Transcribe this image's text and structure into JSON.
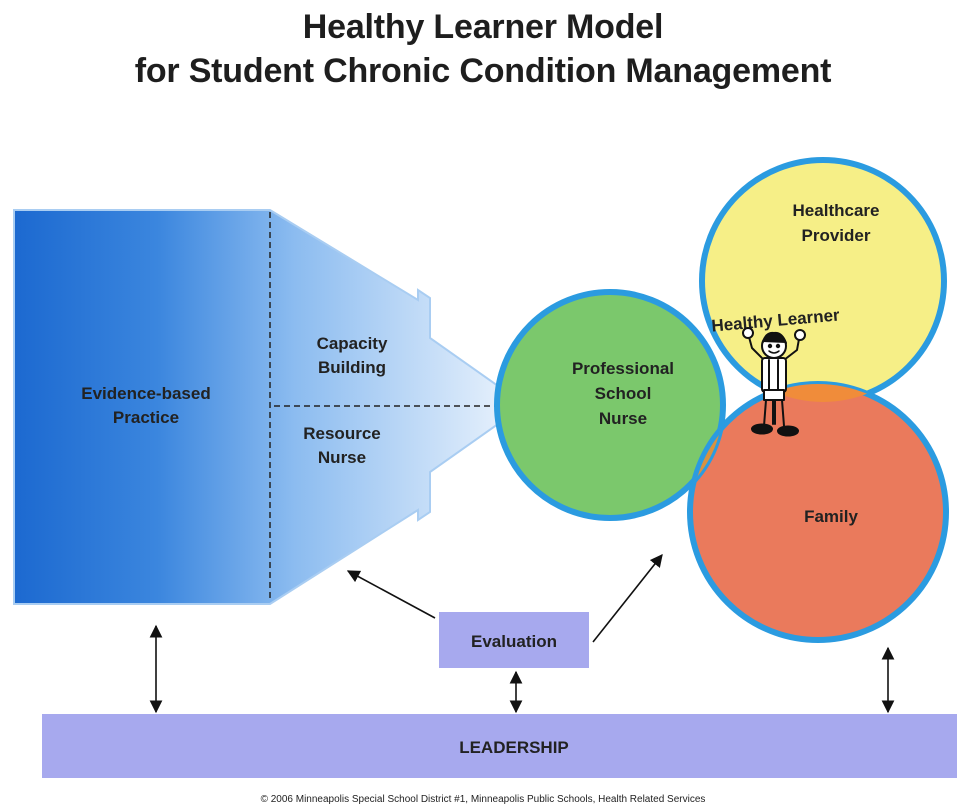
{
  "title": {
    "line1": "Healthy Learner Model",
    "line2": "for Student Chronic Condition Management"
  },
  "practice": {
    "line1": "Evidence-based",
    "line2": "Practice"
  },
  "capacity": {
    "line1": "Capacity",
    "line2": "Building"
  },
  "resource": {
    "line1": "Resource",
    "line2": "Nurse"
  },
  "circles": {
    "nurse": {
      "line1": "Professional",
      "line2": "School",
      "line3": "Nurse"
    },
    "provider": {
      "line1": "Healthcare",
      "line2": "Provider"
    },
    "family": {
      "line1": "Family"
    },
    "center": "Healthy Learner"
  },
  "evaluation": "Evaluation",
  "leadership": "LEADERSHIP",
  "footer": "© 2006 Minneapolis Special School District #1, Minneapolis Public Schools, Health Related Services",
  "colors": {
    "blue_dark": "#1e6fd6",
    "blue_light": "#dcebfa",
    "nurse_green": "#7bc86c",
    "provider_yellow": "#f6ef87",
    "family_red": "#ea7a5c",
    "outline_blue": "#2b9be0",
    "box_lavender": "#a7a9ee"
  }
}
